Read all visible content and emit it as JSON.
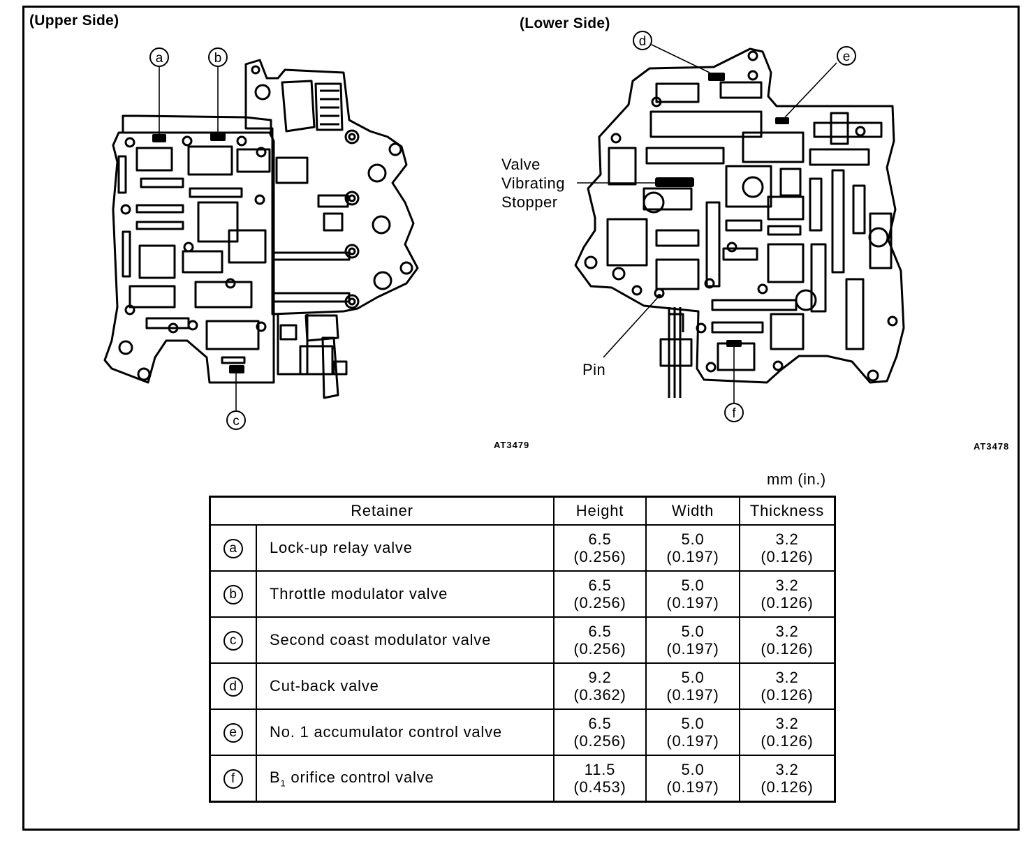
{
  "figure": {
    "upper_heading": "(Upper Side)",
    "lower_heading": "(Lower Side)",
    "upper_code": "AT3479",
    "lower_code": "AT3478",
    "callout_stopper": [
      "Valve",
      "Vibrating",
      "Stopper"
    ],
    "callout_pin": "Pin",
    "marker_letters": {
      "a": "a",
      "b": "b",
      "c": "c",
      "d": "d",
      "e": "e",
      "f": "f"
    }
  },
  "units": "mm (in.)",
  "table": {
    "headers": {
      "retainer": "Retainer",
      "height": "Height",
      "width": "Width",
      "thickness": "Thickness"
    },
    "rows": [
      {
        "letter": "a",
        "name": "Lock-up relay valve",
        "height_mm": "6.5",
        "height_in": "(0.256)",
        "width_mm": "5.0",
        "width_in": "(0.197)",
        "thick_mm": "3.2",
        "thick_in": "(0.126)"
      },
      {
        "letter": "b",
        "name": "Throttle modulator valve",
        "height_mm": "6.5",
        "height_in": "(0.256)",
        "width_mm": "5.0",
        "width_in": "(0.197)",
        "thick_mm": "3.2",
        "thick_in": "(0.126)"
      },
      {
        "letter": "c",
        "name": "Second coast modulator valve",
        "height_mm": "6.5",
        "height_in": "(0.256)",
        "width_mm": "5.0",
        "width_in": "(0.197)",
        "thick_mm": "3.2",
        "thick_in": "(0.126)"
      },
      {
        "letter": "d",
        "name": "Cut-back valve",
        "height_mm": "9.2",
        "height_in": "(0.362)",
        "width_mm": "5.0",
        "width_in": "(0.197)",
        "thick_mm": "3.2",
        "thick_in": "(0.126)"
      },
      {
        "letter": "e",
        "name": "No. 1 accumulator control valve",
        "height_mm": "6.5",
        "height_in": "(0.256)",
        "width_mm": "5.0",
        "width_in": "(0.197)",
        "thick_mm": "3.2",
        "thick_in": "(0.126)"
      },
      {
        "letter": "f",
        "name_prefix": "B",
        "name_sub": "1",
        "name_rest": " orifice control valve",
        "height_mm": "11.5",
        "height_in": "(0.453)",
        "width_mm": "5.0",
        "width_in": "(0.197)",
        "thick_mm": "3.2",
        "thick_in": "(0.126)"
      }
    ]
  }
}
